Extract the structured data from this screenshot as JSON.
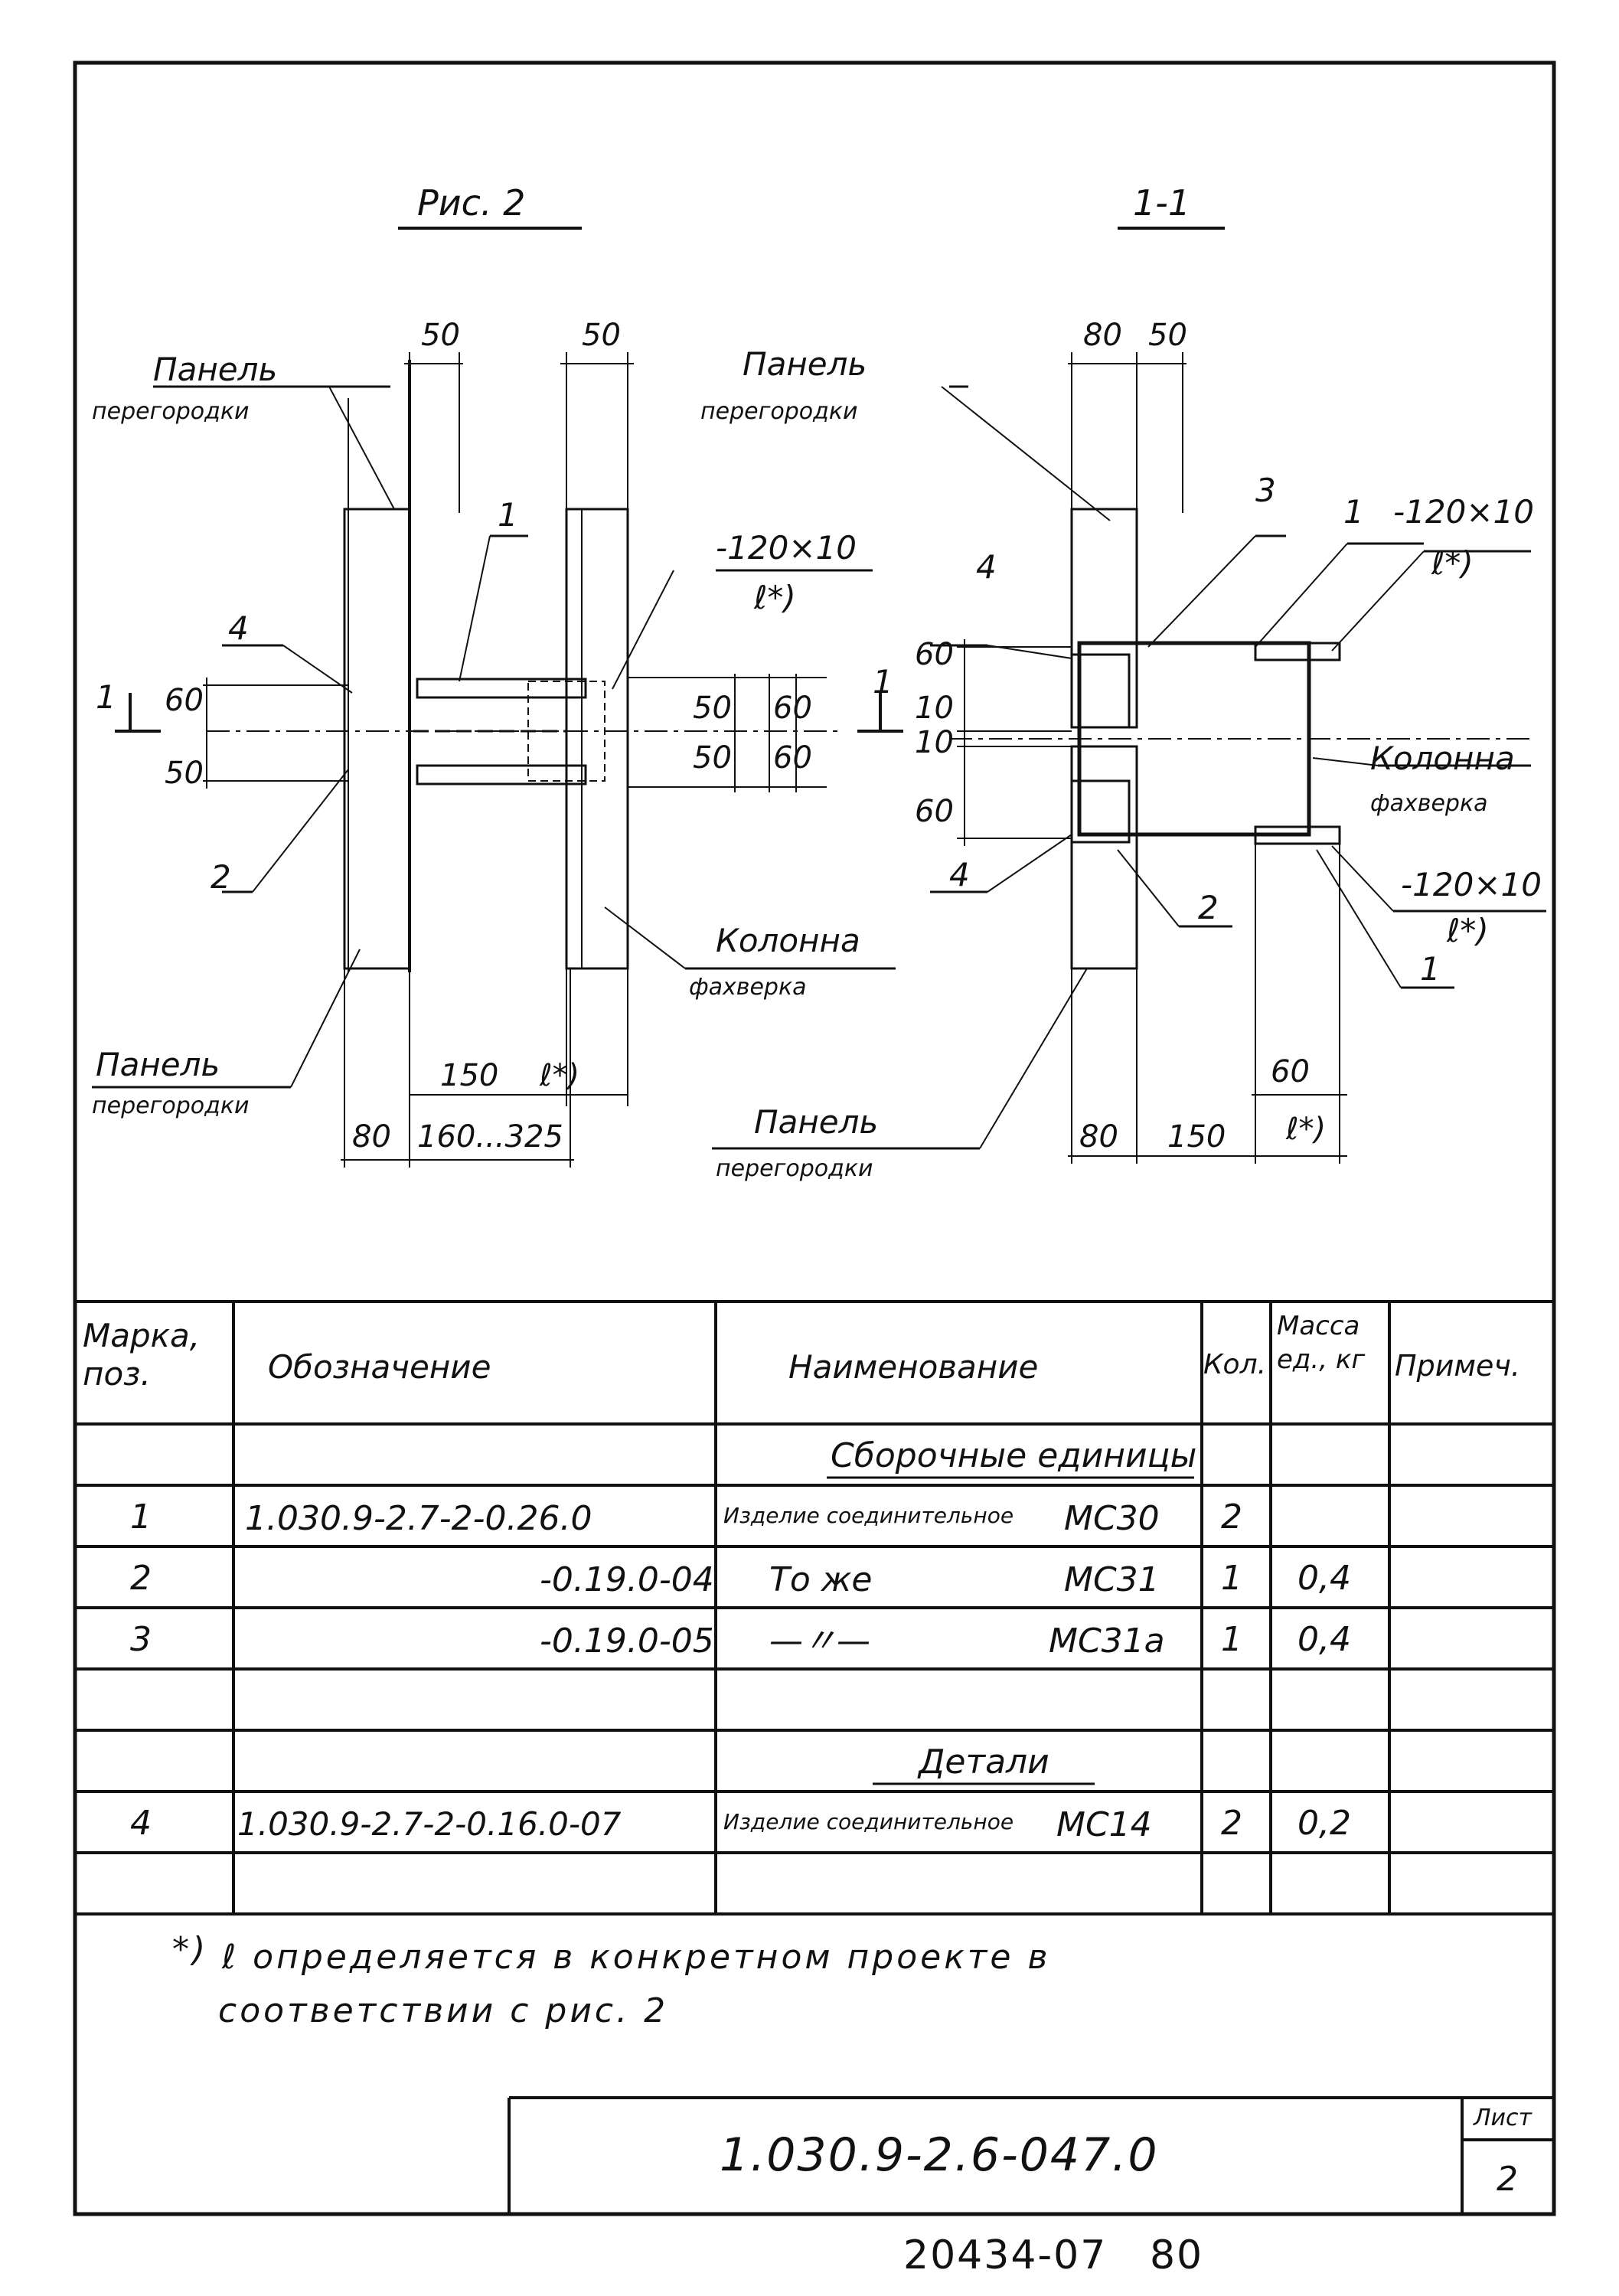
{
  "figures": {
    "fig2_title": "Рис. 2",
    "section_title": "1-1",
    "fig2_labels": {
      "panel_top": "Панель",
      "panel_top_sub": "перегородки",
      "panel_bottom": "Панель",
      "panel_bottom_sub": "перегородки",
      "column": "Колонна",
      "column_sub": "фахверка",
      "plate": "-120×10",
      "plate_len": "ℓ*)",
      "section_mark_left": "1",
      "section_mark_right": "1",
      "pos1": "1",
      "pos2": "2",
      "pos4": "4",
      "dim_50a": "50",
      "dim_50b": "50",
      "dim_60l": "60",
      "dim_50l": "50",
      "dim_50r": "50",
      "dim_50r2": "50",
      "dim_60r": "60",
      "dim_60r2": "60",
      "dim_150": "150",
      "dim_l": "ℓ*)",
      "dim_80": "80",
      "dim_range": "160...325"
    },
    "sec_labels": {
      "panel_top": "Панель",
      "panel_top_sub": "перегородки",
      "panel_bottom": "Панель",
      "panel_bottom_sub": "перегородки",
      "column": "Колонна",
      "column_sub": "фахверка",
      "plate_top": "-120×10",
      "plate_top_len": "ℓ*)",
      "plate_bot": "-120×10",
      "plate_bot_len": "ℓ*)",
      "pos1a": "1",
      "pos1b": "1",
      "pos2": "2",
      "pos3": "3",
      "pos4a": "4",
      "pos4b": "4",
      "dim_80": "80",
      "dim_50": "50",
      "dim_60a": "60",
      "dim_10a": "10",
      "dim_10b": "10",
      "dim_60b": "60",
      "dim_80b": "80",
      "dim_150": "150",
      "dim_60c": "60",
      "dim_l": "ℓ*)"
    }
  },
  "table": {
    "headers": {
      "mark": "Марка, поз.",
      "designation": "Обозначение",
      "name": "Наименование",
      "qty": "Кол.",
      "mass": "Масса ед., кг",
      "note": "Примеч."
    },
    "section_assembly": "Сборочные единицы",
    "section_details": "Детали",
    "rows": [
      {
        "pos": "1",
        "designation": "1.030.9-2.7-2-0.26.0",
        "name_small": "Изделие соединительное",
        "name_code": "МС30",
        "qty": "2",
        "mass": ""
      },
      {
        "pos": "2",
        "designation": "-0.19.0-04",
        "name_small": "То же",
        "name_code": "МС31",
        "qty": "1",
        "mass": "0,4"
      },
      {
        "pos": "3",
        "designation": "-0.19.0-05",
        "name_small": "—〃—",
        "name_code": "МС31а",
        "qty": "1",
        "mass": "0,4"
      },
      {
        "pos": "4",
        "designation": "1.030.9-2.7-2-0.16.0-07",
        "name_small": "Изделие соединительное",
        "name_code": "МС14",
        "qty": "2",
        "mass": "0,2"
      }
    ]
  },
  "footnote": {
    "mark": "*)",
    "line1": "ℓ определяется в конкретном проекте в",
    "line2": "соответствии с рис. 2"
  },
  "title_block": {
    "code": "1.030.9-2.6-047.0",
    "sheet_label": "Лист",
    "sheet_number": "2"
  },
  "stamp": "20434-07   80"
}
